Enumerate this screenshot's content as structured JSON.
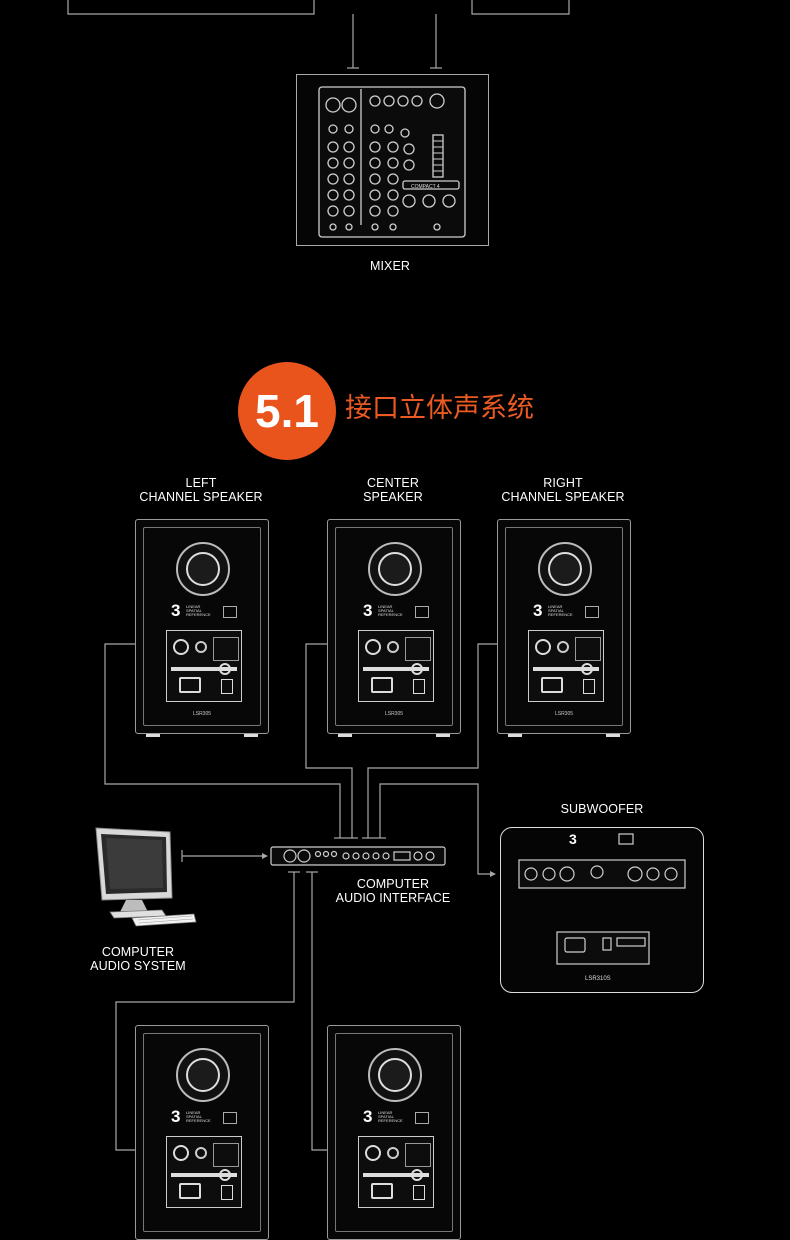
{
  "mixer": {
    "label": "MIXER",
    "panel_text": "COMPACT 4"
  },
  "section": {
    "badge": "5.1",
    "title": "接口立体声系统"
  },
  "speakers": {
    "left_label": "LEFT\nCHANNEL SPEAKER",
    "center_label": "CENTER\nSPEAKER",
    "right_label": "RIGHT\nCHANNEL SPEAKER",
    "model": "LSR305"
  },
  "subwoofer": {
    "label": "SUBWOOFER",
    "model": "LSR310S"
  },
  "interface": {
    "label": "COMPUTER\nAUDIO INTERFACE"
  },
  "computer": {
    "label": "COMPUTER\nAUDIO SYSTEM"
  },
  "colors": {
    "accent": "#e8541c",
    "heading": "#ea5a22",
    "line": "#aaaaaa",
    "background": "#000000"
  }
}
